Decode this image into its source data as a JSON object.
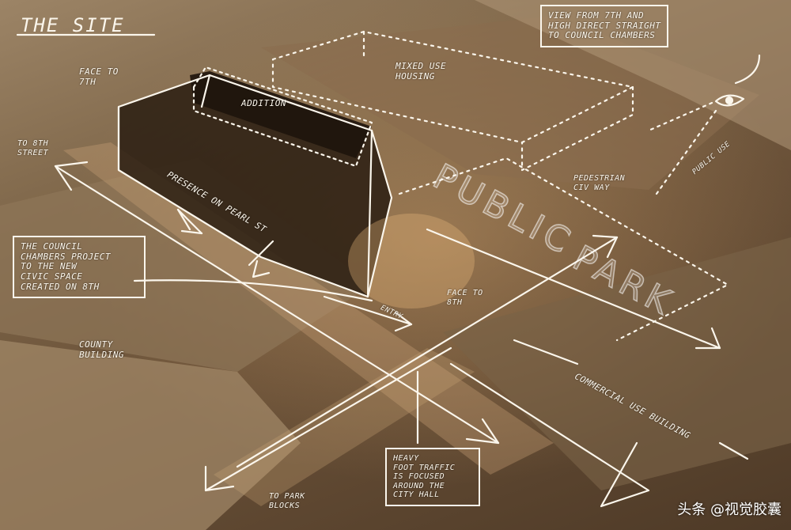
{
  "title": "THE SITE",
  "notes": {
    "view_from": "VIEW FROM 7TH AND\nHIGH DIRECT STRAIGHT\nTO COUNCIL CHAMBERS",
    "face_to_7th": "FACE TO\n7TH",
    "addition": "ADDITION",
    "mixed_use": "MIXED USE\nHOUSING",
    "to_8th": "TO 8TH\nSTREET",
    "presence": "PRESENCE ON PEARL ST",
    "council_box": "THE COUNCIL\nCHAMBERS PROJECT\nTO THE NEW\nCIVIC SPACE\nCREATED ON 8TH",
    "county": "COUNTY\nBUILDING",
    "face_to_8th": "FACE TO\n8TH",
    "pedestrian": "PEDESTRIAN\nCIV WAY",
    "park_label": "PARK",
    "public_label": "PUBLIC",
    "commercial": "COMMERCIAL USE BUILDING",
    "foot_traffic": "HEAVY\nFOOT TRAFFIC\nIS FOCUSED\nAROUND THE\nCITY HALL",
    "to_park_blocks": "TO PARK\nBLOCKS",
    "entry": "ENTRY",
    "public_use": "PUBLIC USE"
  },
  "watermark": "头条 @视觉胶囊",
  "colors": {
    "line": "#fbf6ec",
    "glow": "#e9b77a"
  }
}
